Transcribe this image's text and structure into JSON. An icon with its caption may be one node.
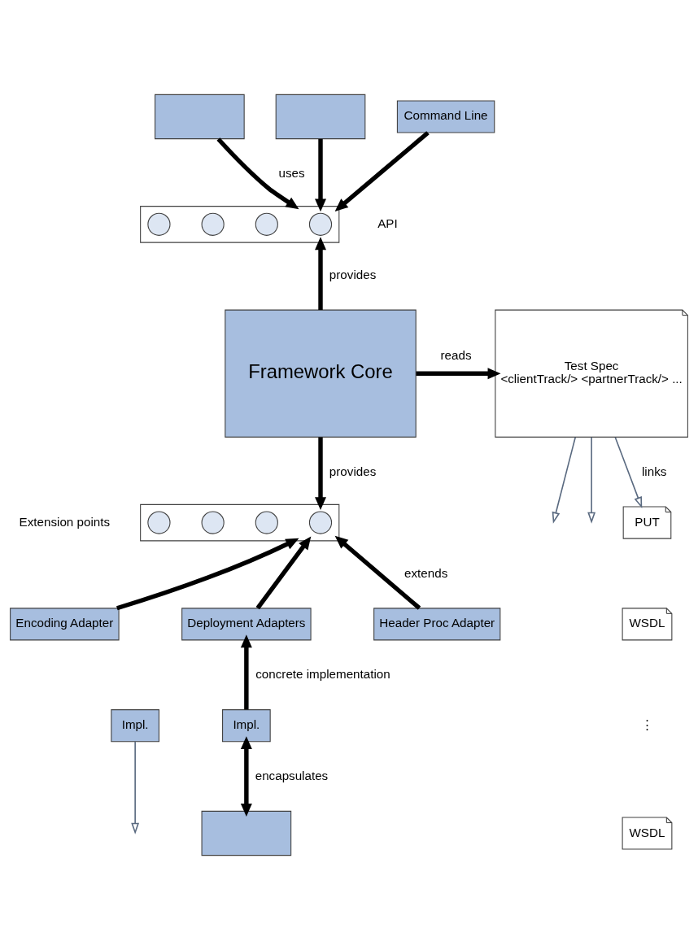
{
  "diagram": {
    "nodes": [
      {
        "text": [],
        "shape": "box"
      },
      {
        "text": [],
        "shape": "box"
      },
      {
        "text": [
          "Command Line"
        ]
      },
      {
        "text": [],
        "shape": "box",
        "beside": [
          "API"
        ]
      },
      {
        "text": [],
        "shape": "circle",
        "in": 3
      },
      {
        "text": [],
        "shape": "circle",
        "in": 3
      },
      {
        "text": [],
        "shape": "circle",
        "in": 3
      },
      {
        "text": [],
        "shape": "circle",
        "in": 3
      },
      {
        "text": [
          "Framework Core"
        ]
      },
      {
        "text": [
          "Test Spec",
          "<clientTrack/> <partnerTrack/> ..."
        ]
      },
      {
        "text": [
          "PUT"
        ]
      },
      {
        "text": [
          "WSDL"
        ]
      },
      {
        "text": [
          "WSDL"
        ]
      },
      {
        "text": [],
        "shape": "box",
        "beside": [
          "Extension points"
        ]
      },
      {
        "text": [],
        "shape": "circle",
        "in": 13
      },
      {
        "text": [],
        "shape": "circle",
        "in": 13
      },
      {
        "text": [],
        "shape": "circle",
        "in": 13
      },
      {
        "text": [],
        "shape": "circle",
        "in": 13
      },
      {
        "text": [
          "Encoding Adapter"
        ]
      },
      {
        "text": [
          "Deployment Adapters"
        ]
      },
      {
        "text": [
          "Header Proc Adapter"
        ]
      },
      {
        "text": [
          "Impl."
        ]
      },
      {
        "text": [
          "Impl."
        ]
      },
      {
        "text": [],
        "shape": "box"
      }
    ],
    "edges": [
      {
        "from": 0,
        "to": 3,
        "arrow": "to",
        "label": "uses"
      },
      {
        "from": 1,
        "to": 3,
        "arrow": "to"
      },
      {
        "from": 2,
        "to": 3,
        "arrow": "to"
      },
      {
        "from": 8,
        "to": 3,
        "arrow": "to",
        "label": "provides"
      },
      {
        "from": 8,
        "to": 9,
        "arrow": "to",
        "label": "reads"
      },
      {
        "from": 9,
        "to": 10,
        "arrow": "to",
        "label": "links",
        "color": "#5a6a80"
      },
      {
        "from": 9,
        "to": null,
        "arrow": "to",
        "color": "#5a6a80"
      },
      {
        "from": 9,
        "to": null,
        "arrow": "to",
        "color": "#5a6a80"
      },
      {
        "from": 8,
        "to": 13,
        "arrow": "to",
        "label": "provides"
      },
      {
        "from": 18,
        "to": 13,
        "arrow": "to"
      },
      {
        "from": 19,
        "to": 13,
        "arrow": "to"
      },
      {
        "from": 20,
        "to": 13,
        "arrow": "to",
        "label": "extends"
      },
      {
        "from": 21,
        "to": null,
        "arrow": "to",
        "color": "#5a6a80"
      },
      {
        "from": 22,
        "to": 19,
        "arrow": "to",
        "label": "concrete implementation"
      },
      {
        "from": 22,
        "to": 23,
        "arrow": "both",
        "label": "encapsulates"
      }
    ],
    "labels": [
      "⋮"
    ]
  }
}
